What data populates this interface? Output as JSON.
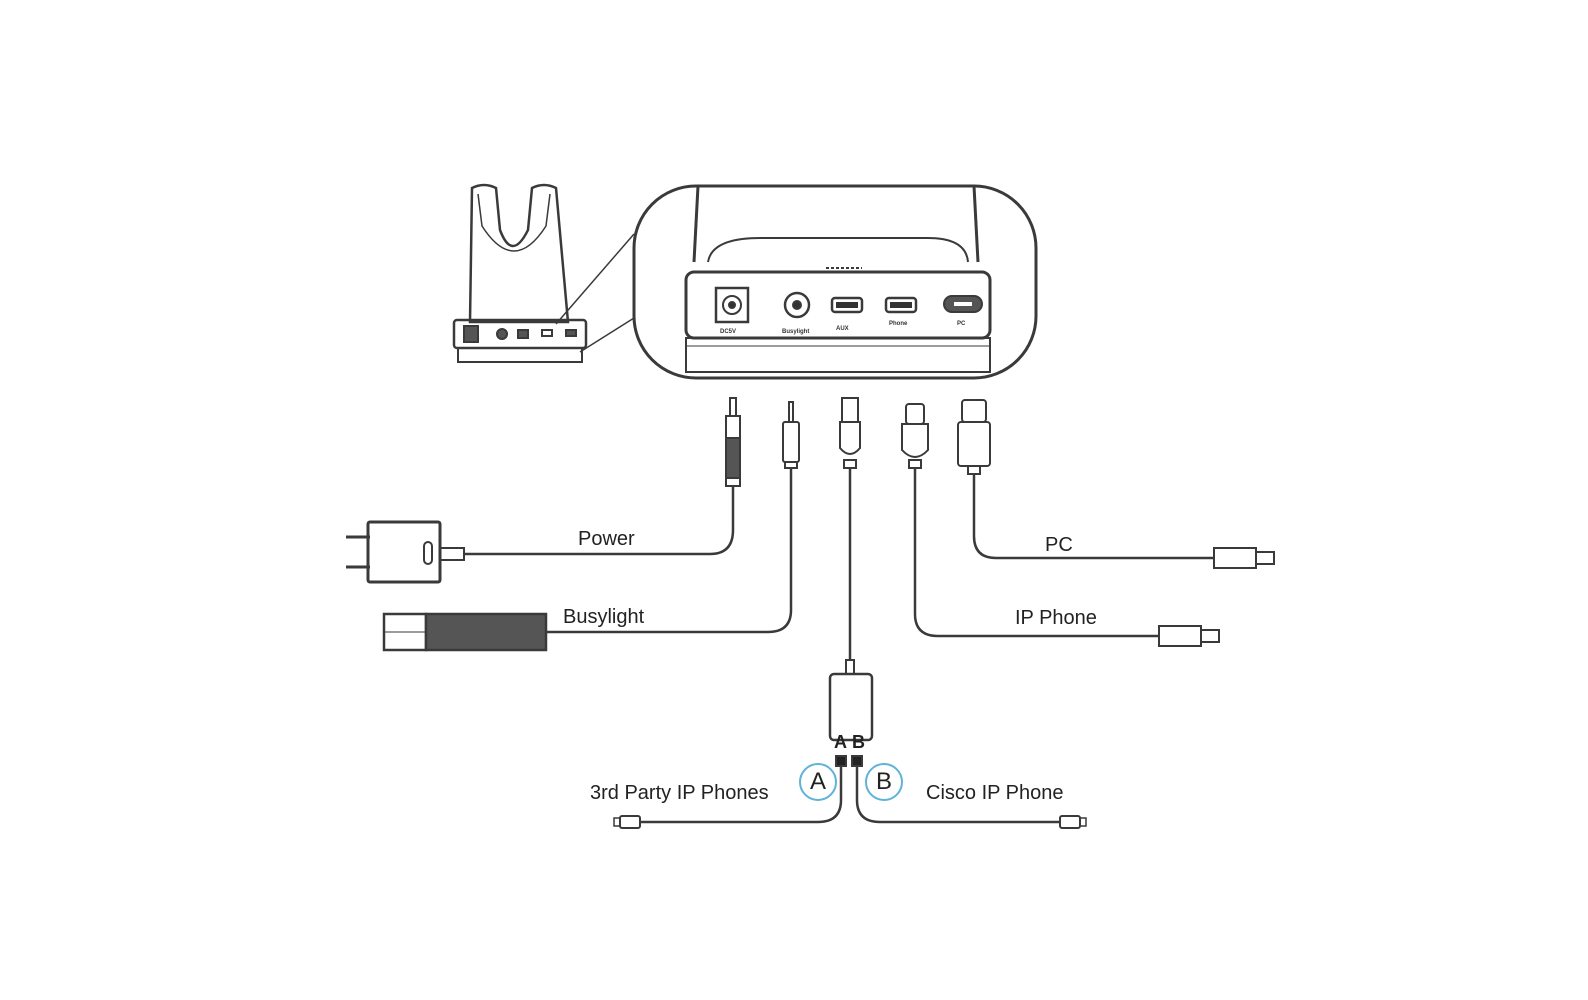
{
  "labels": {
    "power": "Power",
    "busylight": "Busylight",
    "pc": "PC",
    "ip_phone": "IP Phone",
    "third_party": "3rd Party IP Phones",
    "cisco": "Cisco IP Phone",
    "circle_a": "A",
    "circle_b": "B",
    "splitter_a": "A",
    "splitter_b": "B"
  },
  "port_labels": {
    "dc": "DC5V",
    "busylight": "Busylight",
    "aux": "AUX",
    "phone": "Phone",
    "pc": "PC"
  },
  "colors": {
    "line": "#3a3a3a",
    "fill_dark": "#555555",
    "circle": "#5fb3d9"
  }
}
